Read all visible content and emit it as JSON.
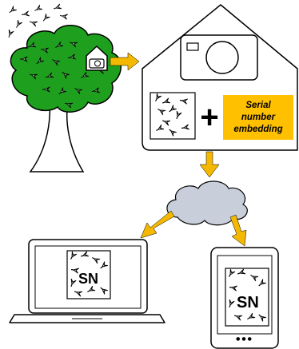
{
  "embedding_box": {
    "line1": "Serial",
    "line2": "number",
    "line3": "embedding",
    "fill": "#FFC000"
  },
  "plus_sign": "+",
  "laptop_watermark": "SN",
  "tablet_watermark": "SN",
  "tablet_dots": "●●●",
  "colors": {
    "tree_green": "#1EA01E",
    "arrow_orange": "#F5B800",
    "cloud_gray": "#C8CFDA",
    "outline": "#000000"
  },
  "icons": [
    "insect-swarm-icon",
    "tree-icon",
    "camera-trap-icon",
    "house-icon",
    "camera-icon",
    "cloud-icon",
    "laptop-icon",
    "tablet-icon",
    "arrow-icon"
  ]
}
